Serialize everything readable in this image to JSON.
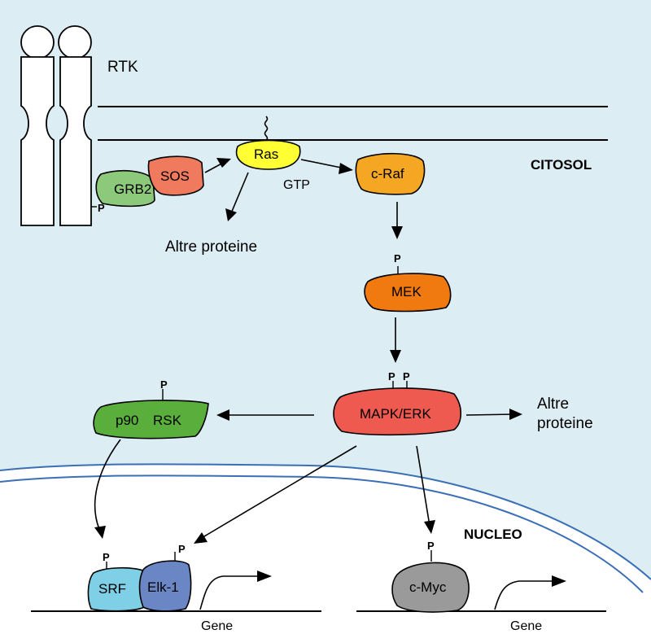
{
  "labels": {
    "rtk": "RTK",
    "citosol": "CITOSOL",
    "nucleo": "NUCLEO",
    "gtp": "GTP",
    "altre_proteine_1": "Altre proteine",
    "altre_proteine_2_line1": "Altre",
    "altre_proteine_2_line2": "proteine",
    "gene_left": "Gene",
    "gene_right": "Gene",
    "phospho": "P"
  },
  "nodes": {
    "grb2": {
      "label": "GRB2",
      "color": "#8dc97a"
    },
    "sos": {
      "label": "SOS",
      "color": "#f07a5e"
    },
    "ras": {
      "label": "Ras",
      "color": "#ffff33"
    },
    "craf": {
      "label": "c-Raf",
      "color": "#f5a623"
    },
    "mek": {
      "label": "MEK",
      "color": "#f07a10"
    },
    "mapk": {
      "label": "MAPK/ERK",
      "color": "#ef5a50"
    },
    "p90": {
      "label_a": "p90",
      "label_b": "RSK",
      "color": "#5aaf3c"
    },
    "srf": {
      "label": "SRF",
      "color": "#7fcfe6"
    },
    "elk1": {
      "label": "Elk-1",
      "color": "#6b86c4"
    },
    "cmyc": {
      "label": "c-Myc",
      "color": "#9a9a9a"
    }
  },
  "colors": {
    "cytosol": "#dcedf3",
    "nuclear_envelope": "#3a6fb5"
  }
}
